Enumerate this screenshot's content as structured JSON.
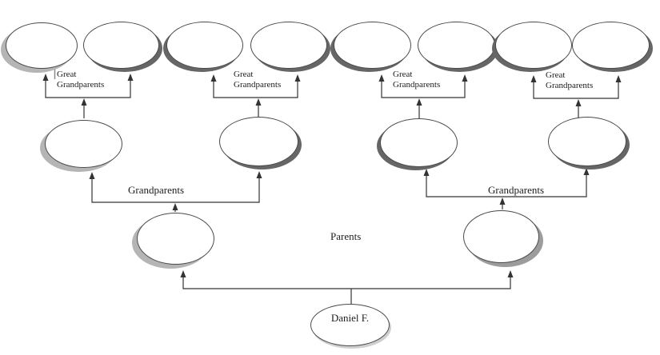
{
  "diagram": {
    "type": "family-tree",
    "child": {
      "name": "Daniel F."
    },
    "generation_labels": {
      "parents": "Parents",
      "grandparents": [
        "Grandparents",
        "Grandparents"
      ],
      "great_grandparents": [
        {
          "line1": "Great",
          "line2": "Grandparents"
        },
        {
          "line1": "Great",
          "line2": "Grandparents"
        },
        {
          "line1": "Great",
          "line2": "Grandparents"
        },
        {
          "line1": "Great",
          "line2": "Grandparents"
        }
      ]
    },
    "node_counts": {
      "great_grandparents": 8,
      "grandparents": 4,
      "parents": 2,
      "children": 1
    },
    "colors": {
      "background": "#ffffff",
      "ellipse_fill": "#ffffff",
      "ellipse_outline": "#4a4a4a",
      "connector": "#333333",
      "shadow_light": "#b5b5b5",
      "shadow_dark": "#666666",
      "shadow_medium": "#9c9c9c",
      "text": "#1c1c1c"
    }
  }
}
